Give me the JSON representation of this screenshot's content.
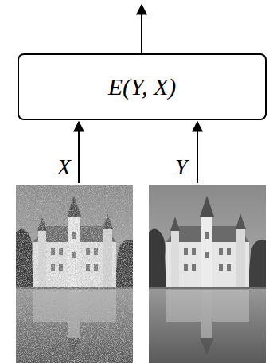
{
  "diagram": {
    "nodes": [
      {
        "text": [
          "E(Y, X)"
        ]
      }
    ],
    "labels": [
      "X",
      "Y"
    ]
  }
}
